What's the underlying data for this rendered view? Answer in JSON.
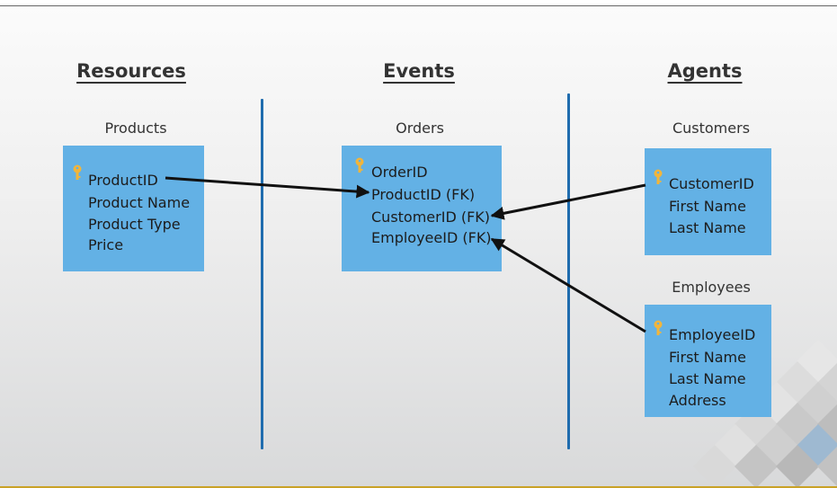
{
  "columns": {
    "resources": "Resources",
    "events": "Events",
    "agents": "Agents"
  },
  "entities": {
    "products": {
      "title": "Products",
      "fields": [
        "ProductID",
        "Product Name",
        "Product Type",
        "Price"
      ]
    },
    "orders": {
      "title": "Orders",
      "fields": [
        "OrderID",
        "ProductID (FK)",
        "CustomerID (FK)",
        "EmployeeID (FK)"
      ]
    },
    "customers": {
      "title": "Customers",
      "fields": [
        "CustomerID",
        "First Name",
        "Last Name"
      ]
    },
    "employees": {
      "title": "Employees",
      "fields": [
        "EmployeeID",
        "First Name",
        "Last Name",
        "Address"
      ]
    }
  },
  "icons": {
    "key": "key-icon",
    "arrow": "arrow-head"
  },
  "colors": {
    "entity_fill": "#63b1e5",
    "divider": "#1f6cae",
    "key": "#f2b53a",
    "arrow": "#111111"
  }
}
